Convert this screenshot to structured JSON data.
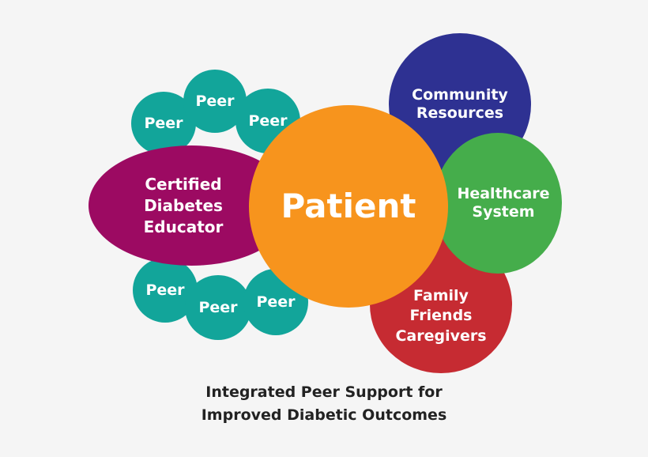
{
  "colors": {
    "peer": "#12a59a",
    "educator": "#9c0a62",
    "community": "#2e3192",
    "healthcare": "#45ad4b",
    "family": "#c62b32",
    "patient": "#f7941d",
    "caption": "#222222"
  },
  "nodes": {
    "patient": "Patient",
    "educator": [
      "Certified",
      "Diabetes",
      "Educator"
    ],
    "community": [
      "Community",
      "Resources"
    ],
    "healthcare": [
      "Healthcare",
      "System"
    ],
    "family": [
      "Family",
      "Friends",
      "Caregivers"
    ]
  },
  "peers_top": [
    "Peer",
    "Peer",
    "Peer"
  ],
  "peers_bottom": [
    "Peer",
    "Peer",
    "Peer"
  ],
  "caption": [
    "Integrated Peer Support for",
    "Improved Diabetic Outcomes"
  ]
}
